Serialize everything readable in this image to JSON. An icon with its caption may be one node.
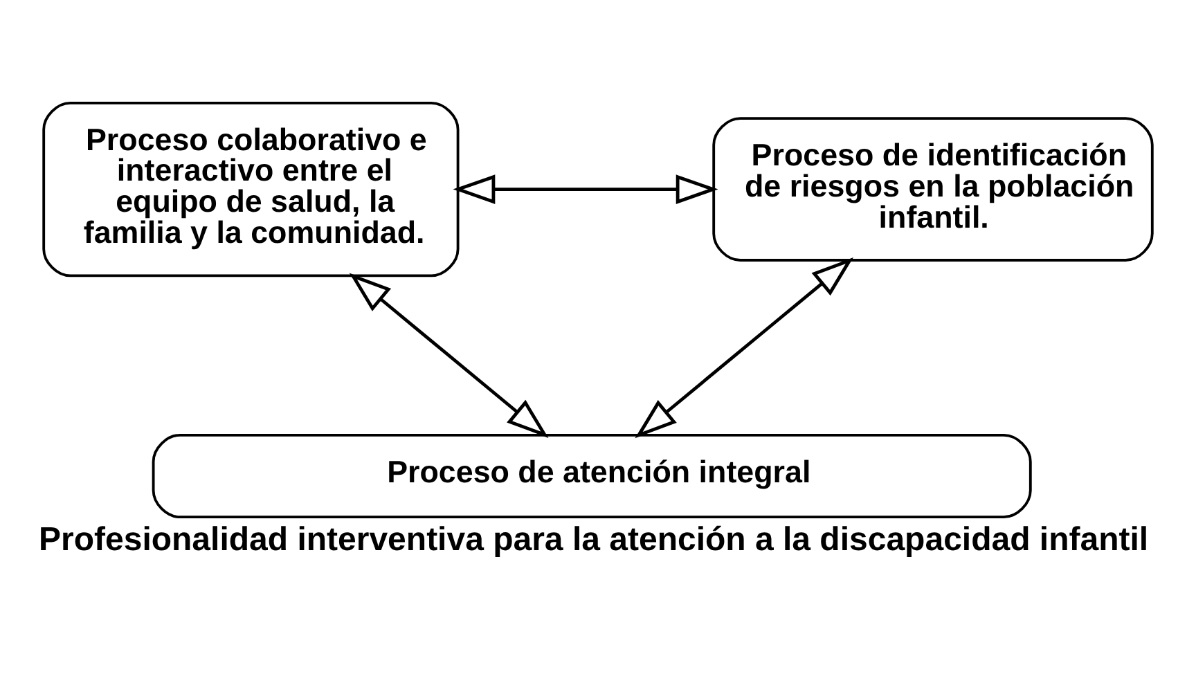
{
  "diagram": {
    "caption": "Profesionalidad interventiva para la atención a la discapacidad infantil",
    "nodes": [
      {
        "text": [
          "Proceso colaborativo e interactivo entre el equipo de salud, la familia y la comunidad."
        ]
      },
      {
        "text": [
          "Proceso de identificación de riesgos en la población infantil."
        ]
      },
      {
        "text": [
          "Proceso de atención integral"
        ]
      }
    ],
    "edges": [
      {
        "from": 0,
        "to": 1,
        "arrow": "both"
      },
      {
        "from": 0,
        "to": 2,
        "arrow": "both"
      },
      {
        "from": 1,
        "to": 2,
        "arrow": "both"
      }
    ]
  }
}
